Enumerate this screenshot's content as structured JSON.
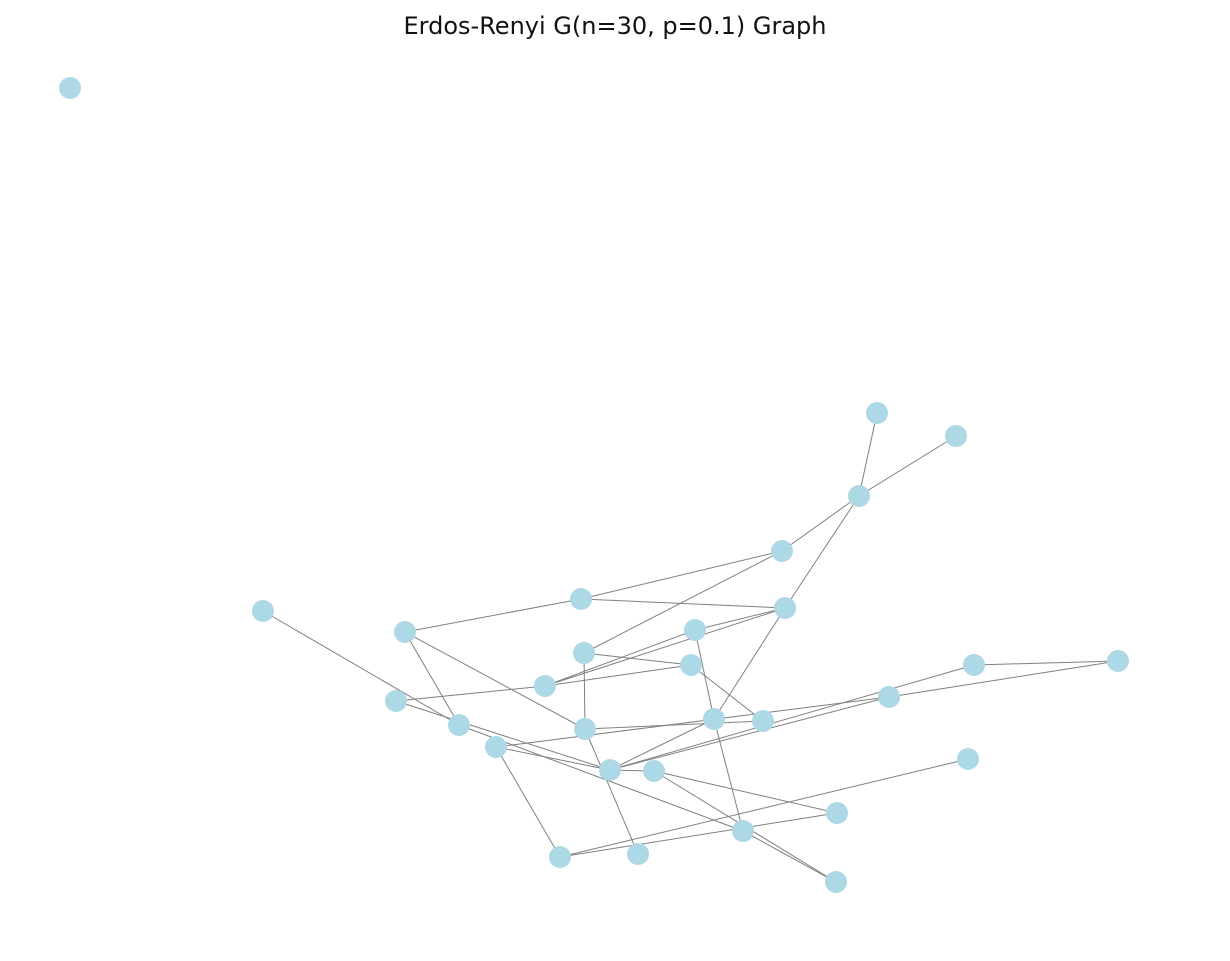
{
  "title": "Erdos-Renyi G(n=30, p=0.1) Graph",
  "colors": {
    "node_fill": "#add8e6",
    "edge_stroke": "#808080",
    "background": "#ffffff",
    "title_text": "#111111"
  },
  "graph": {
    "node_count": 30,
    "edge_count": 40,
    "nodes": [
      "n0",
      "n1",
      "n2",
      "n3",
      "n4",
      "n5",
      "n6",
      "n7",
      "n8",
      "n9",
      "n10",
      "n11",
      "n12",
      "n13",
      "n14",
      "n15",
      "n16",
      "n17",
      "n18",
      "n19",
      "n20",
      "n21",
      "n22",
      "n23",
      "n24",
      "n25",
      "n26",
      "n27",
      "n28",
      "n29"
    ],
    "edges": [
      [
        "n1",
        "n3"
      ],
      [
        "n2",
        "n3"
      ],
      [
        "n3",
        "n4"
      ],
      [
        "n3",
        "n5"
      ],
      [
        "n4",
        "n6"
      ],
      [
        "n5",
        "n6"
      ],
      [
        "n5",
        "n12"
      ],
      [
        "n5",
        "n13"
      ],
      [
        "n5",
        "n10"
      ],
      [
        "n4",
        "n11"
      ],
      [
        "n6",
        "n7"
      ],
      [
        "n7",
        "n15"
      ],
      [
        "n8",
        "n9"
      ],
      [
        "n9",
        "n7"
      ],
      [
        "n9",
        "n16"
      ],
      [
        "n11",
        "n15"
      ],
      [
        "n11",
        "n17"
      ],
      [
        "n10",
        "n12"
      ],
      [
        "n10",
        "n13"
      ],
      [
        "n12",
        "n16"
      ],
      [
        "n12",
        "n21"
      ],
      [
        "n13",
        "n14"
      ],
      [
        "n14",
        "n21"
      ],
      [
        "n15",
        "n23"
      ],
      [
        "n15",
        "n24"
      ],
      [
        "n16",
        "n20"
      ],
      [
        "n17",
        "n13"
      ],
      [
        "n17",
        "n24"
      ],
      [
        "n18",
        "n19"
      ],
      [
        "n18",
        "n25"
      ],
      [
        "n19",
        "n21"
      ],
      [
        "n20",
        "n22"
      ],
      [
        "n21",
        "n25"
      ],
      [
        "n21",
        "n26"
      ],
      [
        "n22",
        "n28"
      ],
      [
        "n22",
        "n21"
      ],
      [
        "n26",
        "n27"
      ],
      [
        "n27",
        "n29"
      ],
      [
        "n27",
        "n28"
      ],
      [
        "n25",
        "n26"
      ]
    ]
  }
}
